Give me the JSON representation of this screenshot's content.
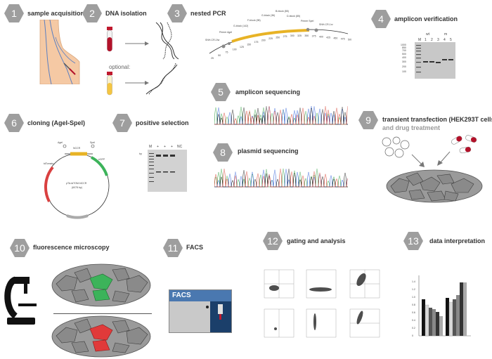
{
  "colors": {
    "hex_gray": "#9e9e9e",
    "gel_bg": "#c8c8c8",
    "blood_red": "#b3122a",
    "tube_yellow": "#f4c542",
    "gfp_green": "#3cb35a",
    "tomato_red": "#d94040",
    "facs_blue": "#4a78b0",
    "facs_dark": "#1b3f6a",
    "cell_gray": "#8a8a8a"
  },
  "steps": [
    {
      "number": "1",
      "title": "sample acquisition"
    },
    {
      "number": "2",
      "title": "DNA isolation",
      "optional": "optional:"
    },
    {
      "number": "3",
      "title": "nested PCR"
    },
    {
      "number": "4",
      "title": "amplicon verification"
    },
    {
      "number": "5",
      "title": "amplicon sequencing"
    },
    {
      "number": "6",
      "title": "cloning (AgeI-SpeI)"
    },
    {
      "number": "7",
      "title": "positive selection"
    },
    {
      "number": "8",
      "title": "plasmid sequencing"
    },
    {
      "number": "9",
      "title": "transient transfection (HEK293T cells)",
      "subtitle": "and drug treatment"
    },
    {
      "number": "10",
      "title": "fluorescence microscopy"
    },
    {
      "number": "11",
      "title": "FACS"
    },
    {
      "number": "12",
      "title": "gating and analysis"
    },
    {
      "number": "13",
      "title": "data interpretation"
    }
  ],
  "pcr_labels": [
    "SNH-CR-1fw",
    "Primer AgeI",
    "G-block (142)",
    "F-block (98)",
    "G-block (36)",
    "B-block (85)",
    "D-block (85)",
    "Primer SpeI",
    "SNH-CR-1rv"
  ],
  "pcr_axis": [
    "25",
    "50",
    "75",
    "100",
    "125",
    "150",
    "175",
    "200",
    "225",
    "250",
    "275",
    "300",
    "325",
    "350",
    "375",
    "400",
    "425",
    "450",
    "475",
    "500"
  ],
  "gel4": {
    "ladder": "M",
    "lanes": [
      "1",
      "2",
      "3",
      "4",
      "5"
    ],
    "group1": "wt",
    "group2": "m",
    "sizes": [
      "1000",
      "850",
      "700",
      "500",
      "400",
      "300",
      "200",
      "100"
    ]
  },
  "gel7": {
    "ladder": "M",
    "lanes": [
      "+",
      "+",
      "+",
      "NC"
    ],
    "header": "bp"
  },
  "plasmid": {
    "name": "pTA-tdTOM-NCCR",
    "size": "(6078 bp)",
    "insert": "NCCR",
    "left": "AgeI",
    "right": "SpeI",
    "features": [
      "tdTomato",
      "eGFP"
    ]
  },
  "facs_label": "FACS",
  "data_chart": {
    "bars_per_group": 4,
    "ylabels": [
      "0",
      "0.2",
      "0.4",
      "0.6",
      "0.8",
      "1.0",
      "1.2",
      "1.4"
    ]
  }
}
